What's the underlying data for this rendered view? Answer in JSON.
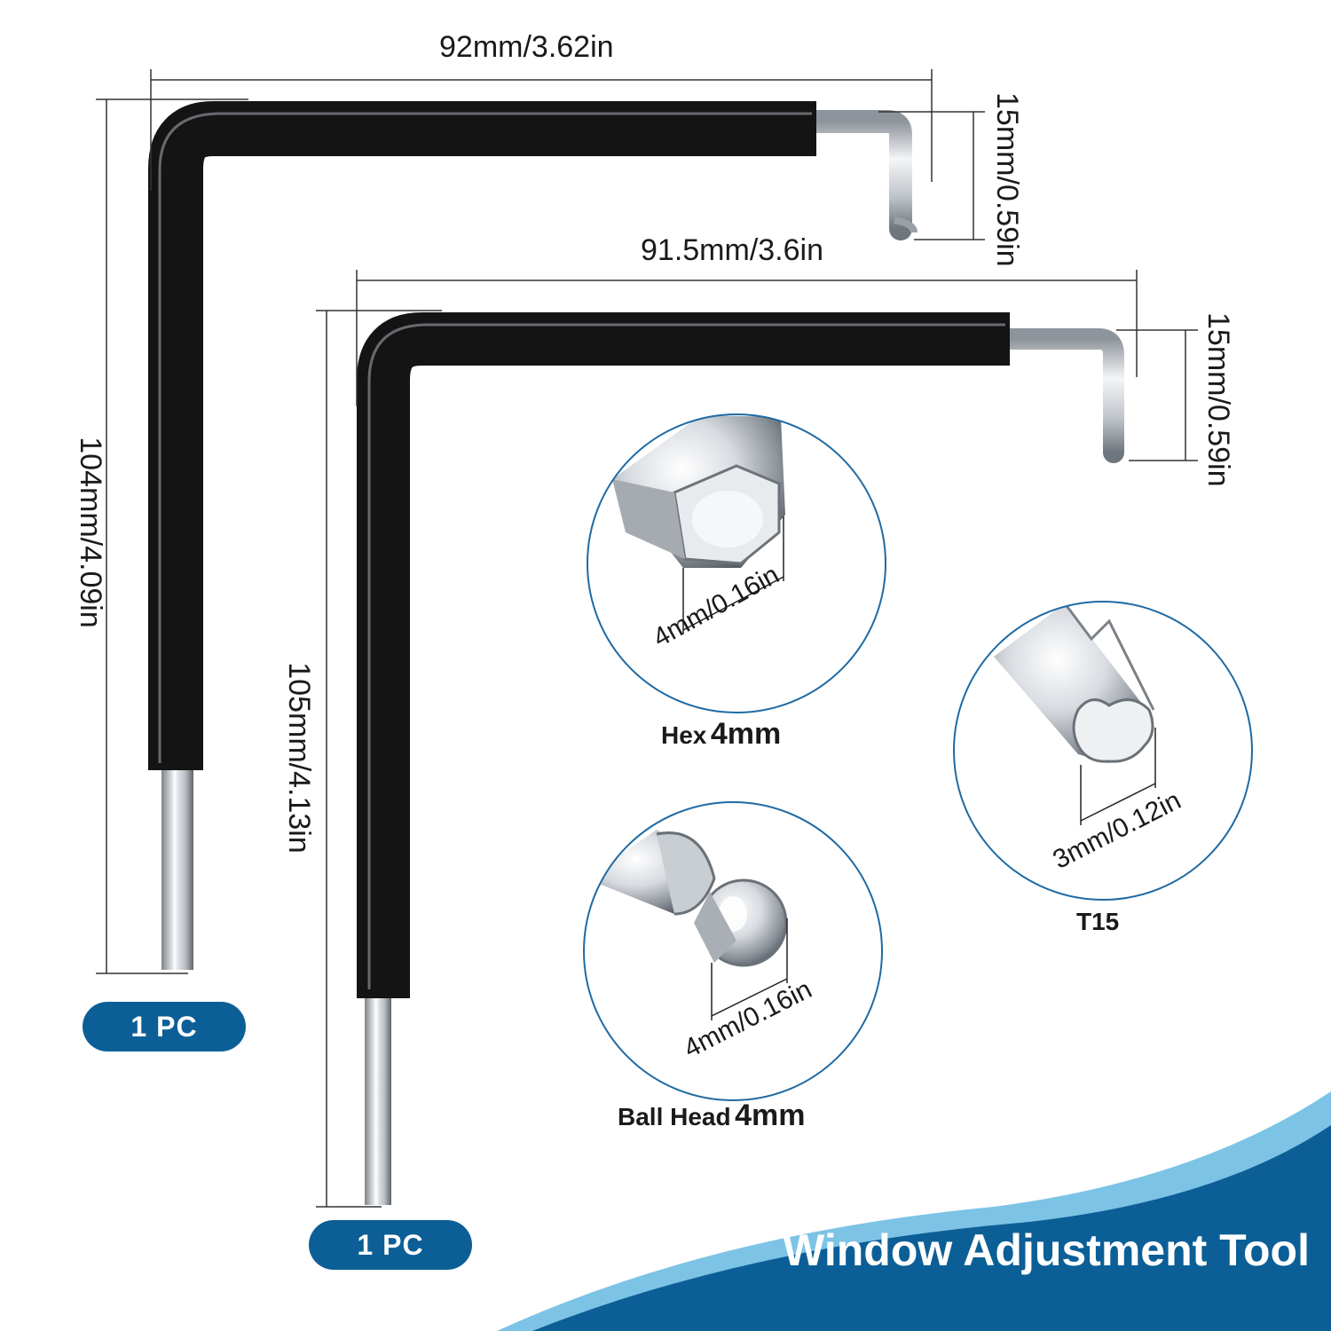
{
  "colors": {
    "brand_blue": "#0c5f96",
    "light_blue": "#4fa8d8",
    "wrench_black": "#141414",
    "steel": "#c9cdd2",
    "dimension_line": "#333333"
  },
  "tool1": {
    "width_label": "92mm/3.62in",
    "height_label": "104mm/4.09in",
    "tip_label": "15mm/0.59in",
    "quantity_badge": "1 PC"
  },
  "tool2": {
    "width_label": "91.5mm/3.6in",
    "height_label": "105mm/4.13in",
    "tip_label": "15mm/0.59in",
    "quantity_badge": "1 PC"
  },
  "details": {
    "hex": {
      "measure": "4mm/0.16in",
      "caption_name": "Hex",
      "caption_size": "4mm",
      "icon": "hex-tip-icon"
    },
    "ball": {
      "measure": "4mm/0.16in",
      "caption_name": "Ball Head",
      "caption_size": "4mm",
      "icon": "ball-tip-icon"
    },
    "torx": {
      "measure": "3mm/0.12in",
      "caption_name": "T15",
      "icon": "torx-tip-icon"
    }
  },
  "banner": {
    "title": "Window Adjustment Tool"
  }
}
